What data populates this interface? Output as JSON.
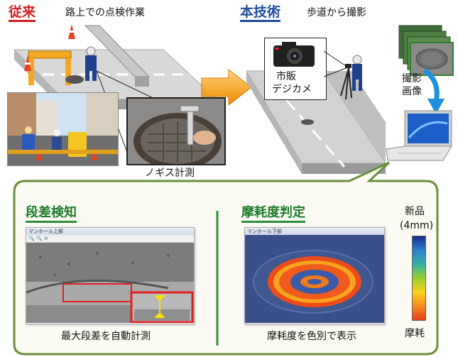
{
  "conventional": {
    "label": "従来",
    "caption": "路上での点検作業",
    "inset_caption": "ノギス計測"
  },
  "new_tech": {
    "label": "本技術",
    "caption": "歩道から撮影",
    "camera_label_1": "市販",
    "camera_label_2": "デジカメ",
    "photos_label_1": "撮影",
    "photos_label_2": "画像"
  },
  "step_detection": {
    "title": "段差検知",
    "window_title": "マンホール上部",
    "caption": "最大段差を自動計測"
  },
  "wear_detection": {
    "title": "摩耗度判定",
    "window_title": "マンホール下部",
    "caption": "摩耗度を色別で表示"
  },
  "legend": {
    "top_label": "新品",
    "top_value": "(4mm)",
    "bottom_label": "摩耗",
    "colors": [
      "#1a2a8c",
      "#2f7fd0",
      "#36b2a0",
      "#9acd32",
      "#f7d21c",
      "#f58a1f",
      "#e63d1a"
    ]
  },
  "colors": {
    "conventional_accent": "#d21f1f",
    "new_accent": "#1f4e9c",
    "panel_border": "#5d8a3a",
    "arrow_orange": "#f39c12",
    "arrow_blue": "#1f8fe0"
  }
}
